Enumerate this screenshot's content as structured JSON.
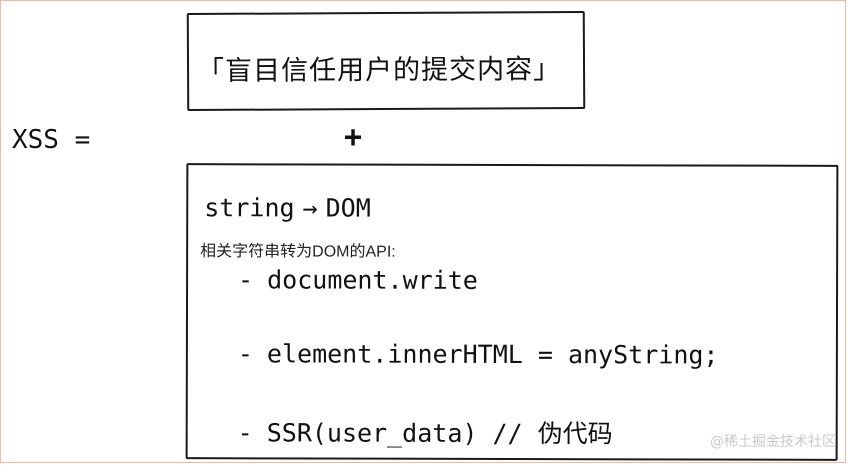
{
  "top_box": {
    "text": "「盲目信任用户的提交内容」"
  },
  "xss_label": "XSS =",
  "plus": "+",
  "bottom_box": {
    "line_left": "string",
    "arrow": "→",
    "line_right": "DOM",
    "api_note": "相关字符串转为DOM的API:",
    "items": [
      {
        "dash": "-",
        "text": "document.write"
      },
      {
        "dash": "-",
        "text": "element.innerHTML = anyString;"
      },
      {
        "dash": "-",
        "text": "SSR(user_data) // 伪代码"
      }
    ]
  },
  "watermark": "@稀土掘金技术社区"
}
